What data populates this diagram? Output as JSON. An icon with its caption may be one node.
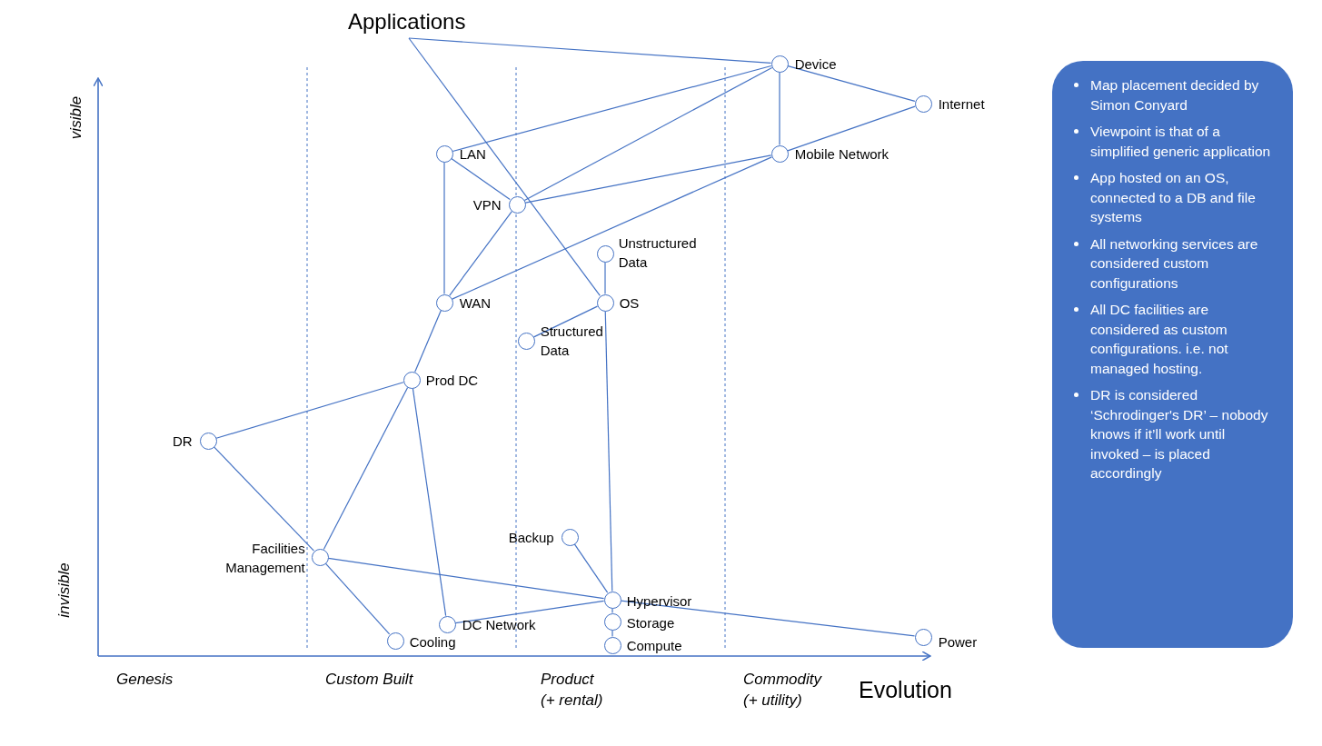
{
  "diagram": {
    "nodes": [
      {
        "text": [
          "Applications"
        ]
      },
      {
        "text": [],
        "shape": "circle",
        "beside": [
          "Device"
        ]
      },
      {
        "text": [],
        "shape": "circle",
        "beside": [
          "Internet"
        ]
      },
      {
        "text": [],
        "shape": "circle",
        "beside": [
          "LAN"
        ]
      },
      {
        "text": [],
        "shape": "circle",
        "beside": [
          "Mobile Network"
        ]
      },
      {
        "text": [],
        "shape": "circle",
        "beside": [
          "VPN"
        ]
      },
      {
        "text": [],
        "shape": "circle",
        "beside": [
          "Unstructured Data"
        ]
      },
      {
        "text": [],
        "shape": "circle",
        "beside": [
          "WAN"
        ]
      },
      {
        "text": [],
        "shape": "circle",
        "beside": [
          "OS"
        ]
      },
      {
        "text": [],
        "shape": "circle",
        "beside": [
          "Structured Data"
        ]
      },
      {
        "text": [],
        "shape": "circle",
        "beside": [
          "Prod DC"
        ]
      },
      {
        "text": [],
        "shape": "circle",
        "beside": [
          "DR"
        ]
      },
      {
        "text": [],
        "shape": "circle",
        "beside": [
          "Backup"
        ]
      },
      {
        "text": [],
        "shape": "circle",
        "beside": [
          "Facilities Management"
        ]
      },
      {
        "text": [],
        "shape": "circle",
        "beside": [
          "Hypervisor"
        ]
      },
      {
        "text": [],
        "shape": "circle",
        "beside": [
          "DC Network"
        ]
      },
      {
        "text": [],
        "shape": "circle",
        "beside": [
          "Storage"
        ]
      },
      {
        "text": [],
        "shape": "circle",
        "beside": [
          "Cooling"
        ]
      },
      {
        "text": [],
        "shape": "circle",
        "beside": [
          "Compute"
        ]
      },
      {
        "text": [],
        "shape": "circle",
        "beside": [
          "Power"
        ]
      },
      {
        "text": [
          "Map placement decided by Simon Conyard",
          "Viewpoint is that of a simplified generic application",
          "App hosted on an OS, connected to a DB and file systems",
          "All networking services are considered custom configurations",
          "All DC facilities are considered as custom configurations. i.e. not managed hosting.",
          "DR is considered ‘Schrodinger's DR’ – nobody knows if it’ll work until invoked – is placed accordingly"
        ]
      }
    ],
    "edges": [
      {
        "from": 0,
        "to": 1,
        "arrow": "none"
      },
      {
        "from": 0,
        "to": 8,
        "arrow": "none"
      },
      {
        "from": 1,
        "to": 2,
        "arrow": "none"
      },
      {
        "from": 1,
        "to": 4,
        "arrow": "none"
      },
      {
        "from": 1,
        "to": 3,
        "arrow": "none"
      },
      {
        "from": 1,
        "to": 5,
        "arrow": "none"
      },
      {
        "from": 4,
        "to": 2,
        "arrow": "none"
      },
      {
        "from": 4,
        "to": 5,
        "arrow": "none"
      },
      {
        "from": 4,
        "to": 7,
        "arrow": "none"
      },
      {
        "from": 3,
        "to": 7,
        "arrow": "none"
      },
      {
        "from": 3,
        "to": 5,
        "arrow": "none"
      },
      {
        "from": 5,
        "to": 7,
        "arrow": "none"
      },
      {
        "from": 6,
        "to": 8,
        "arrow": "none"
      },
      {
        "from": 8,
        "to": 9,
        "arrow": "none"
      },
      {
        "from": 8,
        "to": 14,
        "arrow": "none"
      },
      {
        "from": 7,
        "to": 10,
        "arrow": "none"
      },
      {
        "from": 10,
        "to": 11,
        "arrow": "none"
      },
      {
        "from": 10,
        "to": 13,
        "arrow": "none"
      },
      {
        "from": 10,
        "to": 15,
        "arrow": "none"
      },
      {
        "from": 11,
        "to": 13,
        "arrow": "none"
      },
      {
        "from": 13,
        "to": 17,
        "arrow": "none"
      },
      {
        "from": 13,
        "to": 14,
        "arrow": "none"
      },
      {
        "from": 14,
        "to": 12,
        "arrow": "none"
      },
      {
        "from": 14,
        "to": 16,
        "arrow": "none"
      },
      {
        "from": 14,
        "to": 19,
        "arrow": "none"
      },
      {
        "from": 14,
        "to": 15,
        "arrow": "none"
      },
      {
        "from": 16,
        "to": 18,
        "arrow": "none"
      }
    ],
    "labels": [
      "visible",
      "invisible",
      "Genesis",
      "Custom Built",
      "Product (+ rental)",
      "Commodity (+ utility)",
      "Evolution"
    ]
  }
}
